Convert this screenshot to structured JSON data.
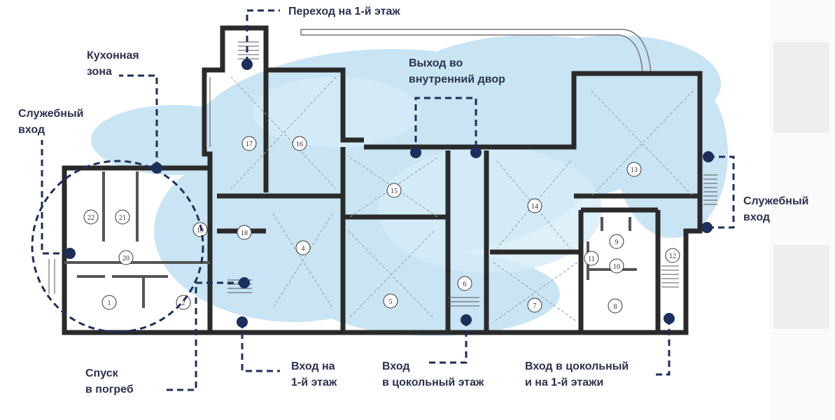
{
  "labels": {
    "passage_first_floor": "Переход на 1-й этаж",
    "kitchen_zone": "Кухонная\nзона",
    "service_entrance_left": "Служебный\nвход",
    "courtyard_exit": "Выход во\nвнутренний двор",
    "service_entrance_right": "Служебный\nвход",
    "cellar_descent": "Спуск\nв погреб",
    "entrance_first_floor": "Вход на\n1-й этаж",
    "entrance_basement": "Вход\nв цокольный этаж",
    "entrance_basement_and_first": "Вход в цокольный\nи на 1-й этажи"
  },
  "room_numbers": [
    "1",
    "2",
    "4",
    "5",
    "6",
    "7",
    "8",
    "9",
    "10",
    "11",
    "12",
    "13",
    "14",
    "15",
    "16",
    "17",
    "18",
    "19",
    "20",
    "21",
    "22"
  ],
  "colors": {
    "line": "#1e2e5c",
    "wall": "#2a2a2a",
    "label": "#2b3250",
    "water": "#aed6ee"
  },
  "icons": [
    "marker-dot"
  ]
}
